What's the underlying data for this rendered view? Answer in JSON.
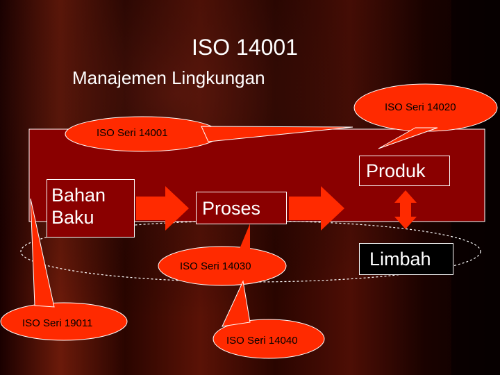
{
  "slide": {
    "title": "ISO 14001",
    "subtitle": "Manajemen Lingkungan"
  },
  "boxes": {
    "bahan_baku": "Bahan\nBaku",
    "proses": "Proses",
    "produk": "Produk",
    "limbah": "Limbah"
  },
  "callouts": {
    "iso_14020": "ISO Seri 14020",
    "iso_14001": "ISO Seri 14001",
    "iso_14030": "ISO Seri 14030",
    "iso_19011": "ISO Seri 19011",
    "iso_14040": "ISO Seri 14040"
  },
  "colors": {
    "background": "#1c0300",
    "panel": "#8a0000",
    "callout": "#ff2a00",
    "arrow": "#ff2a00",
    "text_light": "#ffffff",
    "text_dark": "#000000"
  }
}
